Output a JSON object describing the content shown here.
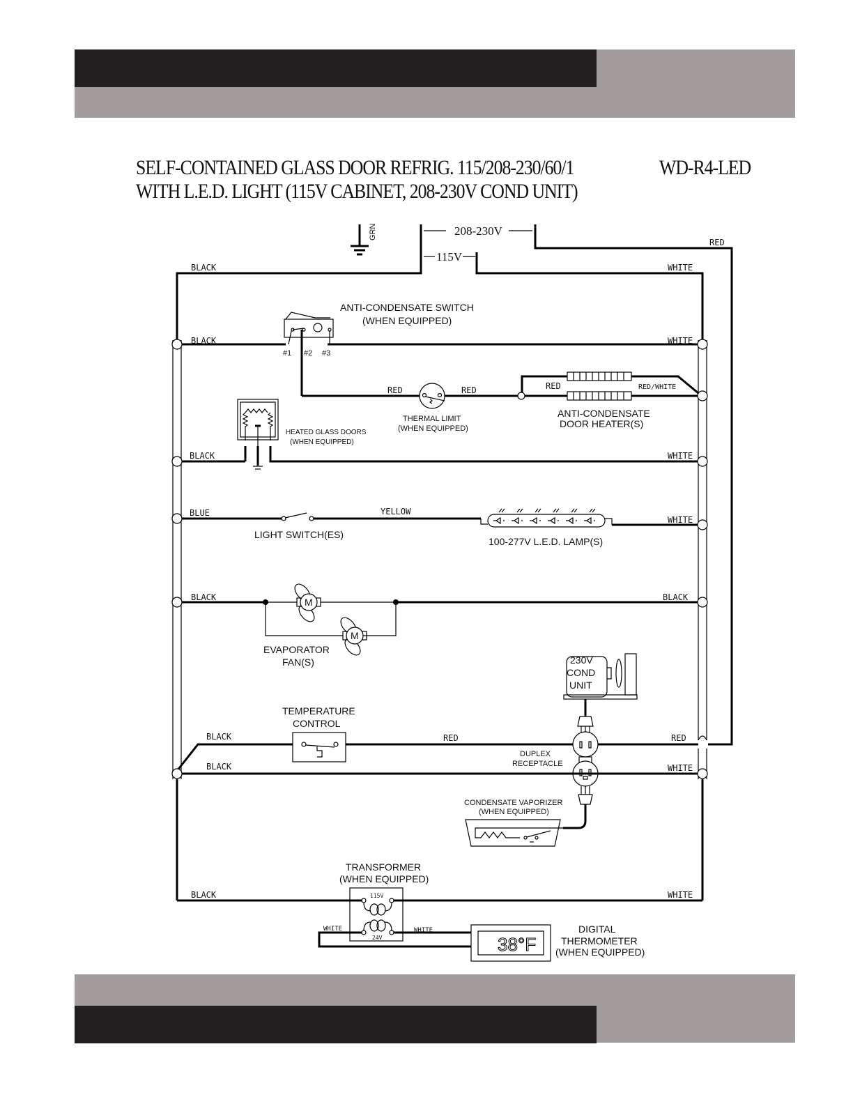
{
  "document": {
    "title_line_1": "SELF-CONTAINED GLASS DOOR REFRIG.  115/208-230/60/1",
    "title_line_2": "WITH L.E.D. LIGHT (115V CABINET, 208-230V COND UNIT)",
    "model": "WD-R4-LED",
    "band_colors": {
      "dark": "#231f20",
      "gray": "#a29d9c"
    }
  },
  "supply": {
    "ground_label": "GRN",
    "voltage_high": "208-230V",
    "voltage_low": "115V"
  },
  "wires": {
    "top_left": "BLACK",
    "top_right": "WHITE",
    "red_feed": "RED",
    "row1_left": "BLACK",
    "row1_right": "WHITE",
    "row2_red_a": "RED",
    "row2_red_b": "RED",
    "row2_red_c": "RED",
    "row2_red_white": "RED/WHITE",
    "row3_left": "BLACK",
    "row3_right": "WHITE",
    "row4_left": "BLUE",
    "row4_mid": "YELLOW",
    "row4_right": "WHITE",
    "row5_left": "BLACK",
    "row5_right": "BLACK",
    "row6_left": "BLACK",
    "row6_mid": "RED",
    "row6_right": "RED",
    "row7_left": "BLACK",
    "row7_right": "WHITE",
    "row8_left": "BLACK",
    "row8_right": "WHITE",
    "xfmr_left": "WHITE",
    "xfmr_right": "WHITE"
  },
  "components": {
    "anti_condensate_switch": {
      "line1": "ANTI-CONDENSATE SWITCH",
      "line2": "(WHEN EQUIPPED)",
      "terminals": [
        "#1",
        "#2",
        "#3"
      ]
    },
    "thermal_limit": {
      "line1": "THERMAL LIMIT",
      "line2": "(WHEN EQUIPPED)"
    },
    "door_heater": {
      "line1": "ANTI-CONDENSATE",
      "line2": "DOOR HEATER(S)"
    },
    "heated_glass": {
      "line1": "HEATED GLASS DOORS",
      "line2": "(WHEN EQUIPPED)"
    },
    "light_switch": {
      "label": "LIGHT SWITCH(ES)"
    },
    "led_lamp": {
      "label": "100-277V L.E.D. LAMP(S)"
    },
    "evap_fans": {
      "line1": "EVAPORATOR",
      "line2": "FAN(S)",
      "motor_symbol": "M"
    },
    "cond_unit": {
      "line1": "230V",
      "line2": "COND",
      "line3": "UNIT"
    },
    "temp_control": {
      "line1": "TEMPERATURE",
      "line2": "CONTROL"
    },
    "duplex": {
      "line1": "DUPLEX",
      "line2": "RECEPTACLE"
    },
    "vaporizer": {
      "line1": "CONDENSATE VAPORIZER",
      "line2": "(WHEN EQUIPPED)"
    },
    "transformer": {
      "line1": "TRANSFORMER",
      "line2": "(WHEN EQUIPPED)",
      "primary": "115V",
      "secondary": "24V"
    },
    "thermometer": {
      "reading": "38°F",
      "line1": "DIGITAL",
      "line2": "THERMOMETER",
      "line3": "(WHEN EQUIPPED)"
    }
  }
}
